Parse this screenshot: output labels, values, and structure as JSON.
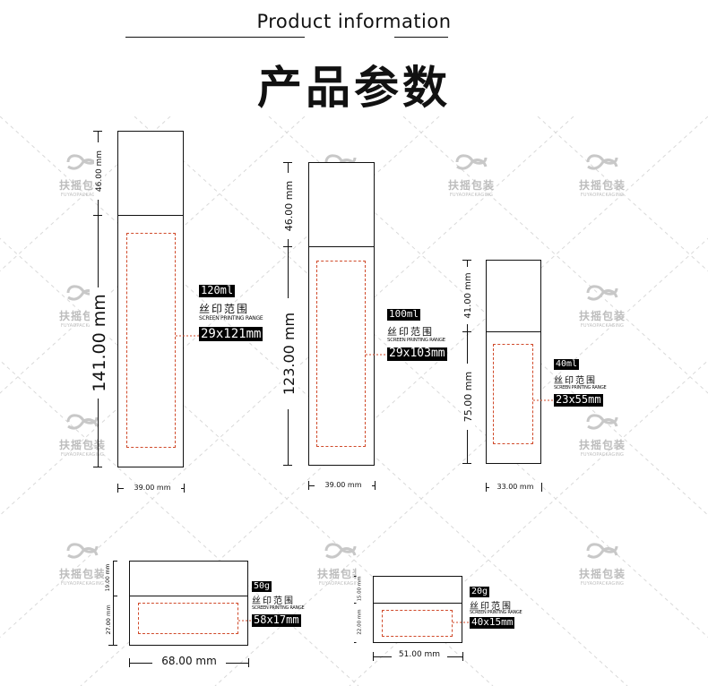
{
  "header": {
    "title_en": "Product information",
    "title_zh": "产品参数"
  },
  "watermark": {
    "brand_zh": "扶摇包装",
    "brand_en": "FUYAOPACKAGING"
  },
  "items": [
    {
      "capacity": "120ml",
      "print_label_zh": "丝印范围",
      "print_label_en": "SCREEN PRINTING RANGE",
      "print_size": "29x121mm",
      "cap_height": "46.00 mm",
      "body_height": "141.00 mm",
      "width": "39.00 mm"
    },
    {
      "capacity": "100ml",
      "print_label_zh": "丝印范围",
      "print_label_en": "SCREEN PRINTING RANGE",
      "print_size": "29x103mm",
      "cap_height": "46.00 mm",
      "body_height": "123.00 mm",
      "width": "39.00 mm"
    },
    {
      "capacity": "40ml",
      "print_label_zh": "丝印范围",
      "print_label_en": "SCREEN PRINTING RANGE",
      "print_size": "23x55mm",
      "cap_height": "41.00 mm",
      "body_height": "75.00 mm",
      "width": "33.00 mm"
    },
    {
      "capacity": "50g",
      "print_label_zh": "丝印范围",
      "print_label_en": "SCREEN PRINTING RANGE",
      "print_size": "58x17mm",
      "cap_height": "19.00 mm",
      "body_height": "27.00 mm",
      "width": "68.00 mm"
    },
    {
      "capacity": "20g",
      "print_label_zh": "丝印范围",
      "print_label_en": "SCREEN PRINTING RANGE",
      "print_size": "40x15mm",
      "cap_height": "15.00 mm",
      "body_height": "22.00 mm",
      "width": "51.00 mm"
    }
  ],
  "colors": {
    "outline": "#111111",
    "print_area": "#d04a2a",
    "tag_bg": "#000000",
    "watermark": "#bdbdbd",
    "grid": "#d9d9d9"
  }
}
